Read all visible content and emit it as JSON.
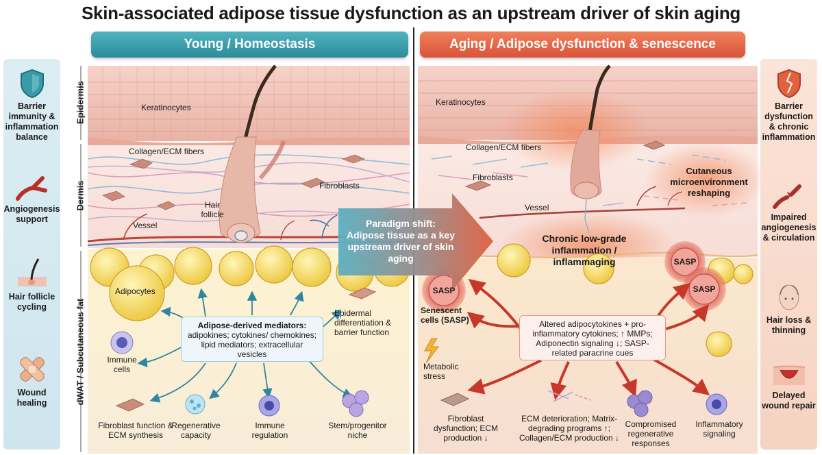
{
  "title": "Skin-associated adipose tissue dysfunction as an upstream driver of skin aging",
  "panels": {
    "left": "Young / Homeostasis",
    "right": "Aging / Adipose dysfunction & senescence"
  },
  "layers": {
    "epidermis": "Epidermis",
    "dermis": "Dermis",
    "fat": "dWAT / Subcutaneous fat"
  },
  "left_side": [
    {
      "icon": "shield-icon",
      "label": "Barrier immunity & inflammation balance"
    },
    {
      "icon": "blood-vessel-icon",
      "label": "Angiogenesis support"
    },
    {
      "icon": "hair-follicle-icon",
      "label": "Hair follicle cycling"
    },
    {
      "icon": "bandage-icon",
      "label": "Wound healing"
    }
  ],
  "right_side": [
    {
      "icon": "cracked-shield-icon",
      "label": "Barrier dysfunction & chronic inflammation"
    },
    {
      "icon": "damaged-vessel-icon",
      "label": "Impaired angiogenesis & circulation"
    },
    {
      "icon": "balding-head-icon",
      "label": "Hair loss & thinning"
    },
    {
      "icon": "wound-icon",
      "label": "Delayed wound repair"
    }
  ],
  "left_labels": {
    "keratinocytes": "Keratinocytes",
    "collagen": "Collagen/ECM fibers",
    "fibroblasts": "Fibroblasts",
    "hair_follicle": "Hair follicle",
    "vessel": "Vessel",
    "adipocytes": "Adipocytes",
    "epidermal": "Epidermal differentiation & barrier function",
    "immune_cells": "Immune cells",
    "fibroblast_function": "Fibroblast function & ECM synthesis",
    "regenerative": "Regenerative capacity",
    "immune_regulation": "Immune regulation",
    "stem": "Stem/progenitor niche"
  },
  "mediators": {
    "heading": "Adipose-derived mediators:",
    "text": "adipokines; cytokines/ chemokines; lipid mediators; extracellular vesicles"
  },
  "paradigm_shift": "Paradigm shift: Adipose tissue as a key upstream driver of skin aging",
  "right_labels": {
    "keratinocytes": "Keratinocytes",
    "collagen": "Collagen/ECM fibers",
    "fibroblasts": "Fibroblasts",
    "vessel": "Vessel",
    "cutaneous": "Cutaneous microenvironment reshaping",
    "inflammaging": "Chronic low-grade inflammation / inflammaging",
    "sasp": "SASP",
    "senescent": "Senescent cells (SASP)",
    "metabolic": "Metabolic stress",
    "fibroblast_dysfunction": "Fibroblast dysfunction; ECM production ↓",
    "ecm_deterioration": "ECM deterioration; Matrix-degrading programs ↑; Collagen/ECM production ↓",
    "compromised": "Compromised regenerative responses",
    "inflammatory": "Inflammatory signaling"
  },
  "altered": "Altered adipocytokines + pro-inflammatory cytokines; ↑ MMPs; Adiponectin signaling ↓; SASP-related paracrine cues",
  "colors": {
    "teal": "#2e8b9a",
    "orange_red": "#d9533a",
    "fat_yellow": "#f6dc6a",
    "skin_pink": "#f3c9bf"
  }
}
